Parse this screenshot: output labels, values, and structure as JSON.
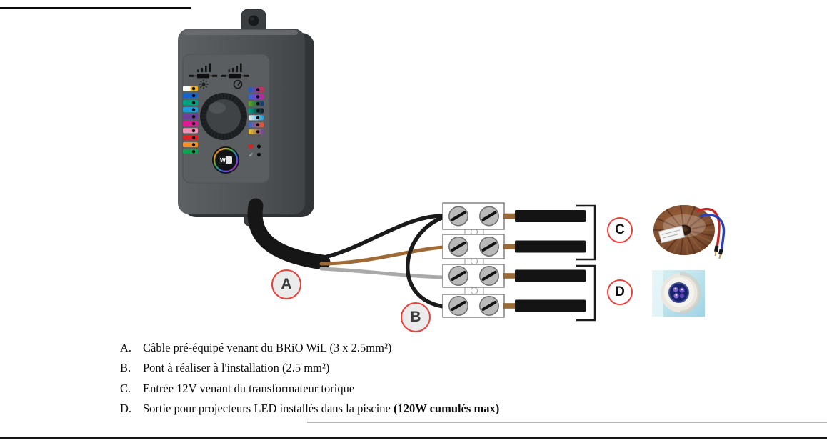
{
  "page": {
    "background": "#ffffff"
  },
  "callouts": {
    "border_color": "#e8413c",
    "a": {
      "label": "A"
    },
    "b": {
      "label": "B"
    },
    "c": {
      "label": "C"
    },
    "d": {
      "label": "D"
    }
  },
  "device": {
    "logo": "W",
    "body_color": "#4b4f51",
    "panel_color": "#5a5e60",
    "heart_color": "#d42323",
    "left_buttons": [
      [
        "#ffffff",
        "#f2b30f"
      ],
      [
        "#1565c8",
        "#1565c8"
      ],
      [
        "#00a287",
        "#00a287"
      ],
      [
        "#1e9cd8",
        "#1e9cd8"
      ],
      [
        "#6f3fa0",
        "#6f3fa0"
      ],
      [
        "#e2189b",
        "#e2189b"
      ],
      [
        "#f390b4",
        "#f390b4"
      ],
      [
        "#e02424",
        "#e02424"
      ],
      [
        "#f59120",
        "#f59120"
      ],
      [
        "#12a14e",
        "#12a14e"
      ]
    ],
    "right_buttons": [
      [
        "#1565c8",
        "#e02450"
      ],
      [
        "#2a6ad4",
        "#cf1f9e"
      ],
      [
        "#59a81e",
        "#16307a"
      ],
      [
        "#00a287",
        "#101826"
      ],
      [
        "#f0f0f0",
        "#1e9cd8"
      ],
      [
        "#2a6ad4",
        "#f0532a"
      ],
      [
        "#e8c51e",
        "#6f3fa0"
      ]
    ]
  },
  "wires": {
    "cable": "#161616",
    "black": "#1a1a1a",
    "brown": "#a06a36",
    "gray": "#a9a9a9",
    "stub": "#9a6a34",
    "output_cable": "#141414"
  },
  "legend": {
    "items": [
      {
        "key": "A.",
        "text": "Câble pré-équipé venant du BRiO WiL (3 x 2.5mm²)",
        "bold": ""
      },
      {
        "key": "B.",
        "text": "Pont à réaliser à l'installation (2.5 mm²)",
        "bold": ""
      },
      {
        "key": "C.",
        "text": "Entrée 12V venant du transformateur torique",
        "bold": ""
      },
      {
        "key": "D.",
        "text": "Sortie pour projecteurs LED installés dans la piscine ",
        "bold": "(120W cumulés max)"
      }
    ]
  }
}
